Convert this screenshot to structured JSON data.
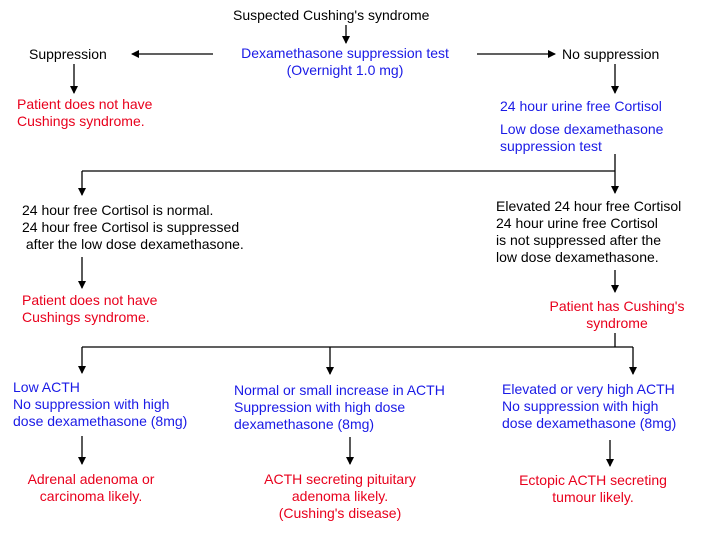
{
  "colors": {
    "text_dark": "#000000",
    "text_red": "#e8001c",
    "text_blue": "#1a1ae6",
    "lines": "#000000",
    "background": "#ffffff"
  },
  "nodes": {
    "start": "Suspected Cushing's syndrome",
    "screening_test": "Dexamethasone suppression test\n(Overnight 1.0 mg)",
    "suppression": "Suppression",
    "no_suppression": "No suppression",
    "not_cushings_1": "Patient does not have\nCushings syndrome.",
    "urine_cortisol": "24 hour urine free Cortisol",
    "low_dose_test": "Low dose dexamethasone\nsuppression test",
    "normal_cortisol": "24 hour free Cortisol is normal.\n24 hour free Cortisol is suppressed\n after the low dose dexamethasone.",
    "elevated_cortisol": "Elevated 24 hour free Cortisol\n24 hour urine free Cortisol\nis not suppressed after the\nlow dose dexamethasone.",
    "not_cushings_2": "Patient does not have\nCushings syndrome.",
    "has_cushings": "Patient has Cushing's\nsyndrome",
    "low_acth": "Low ACTH\nNo suppression with high\ndose dexamethasone (8mg)",
    "normal_acth": "Normal or small increase in ACTH\nSuppression with high dose\ndexamethasone (8mg)",
    "high_acth": "Elevated or very high ACTH\nNo suppression with high\ndose dexamethasone (8mg)",
    "adrenal": "Adrenal adenoma or\ncarcinoma likely.",
    "pituitary": "ACTH secreting pituitary\nadenoma likely.\n(Cushing's disease)",
    "ectopic": "Ectopic ACTH secreting\ntumour likely."
  }
}
